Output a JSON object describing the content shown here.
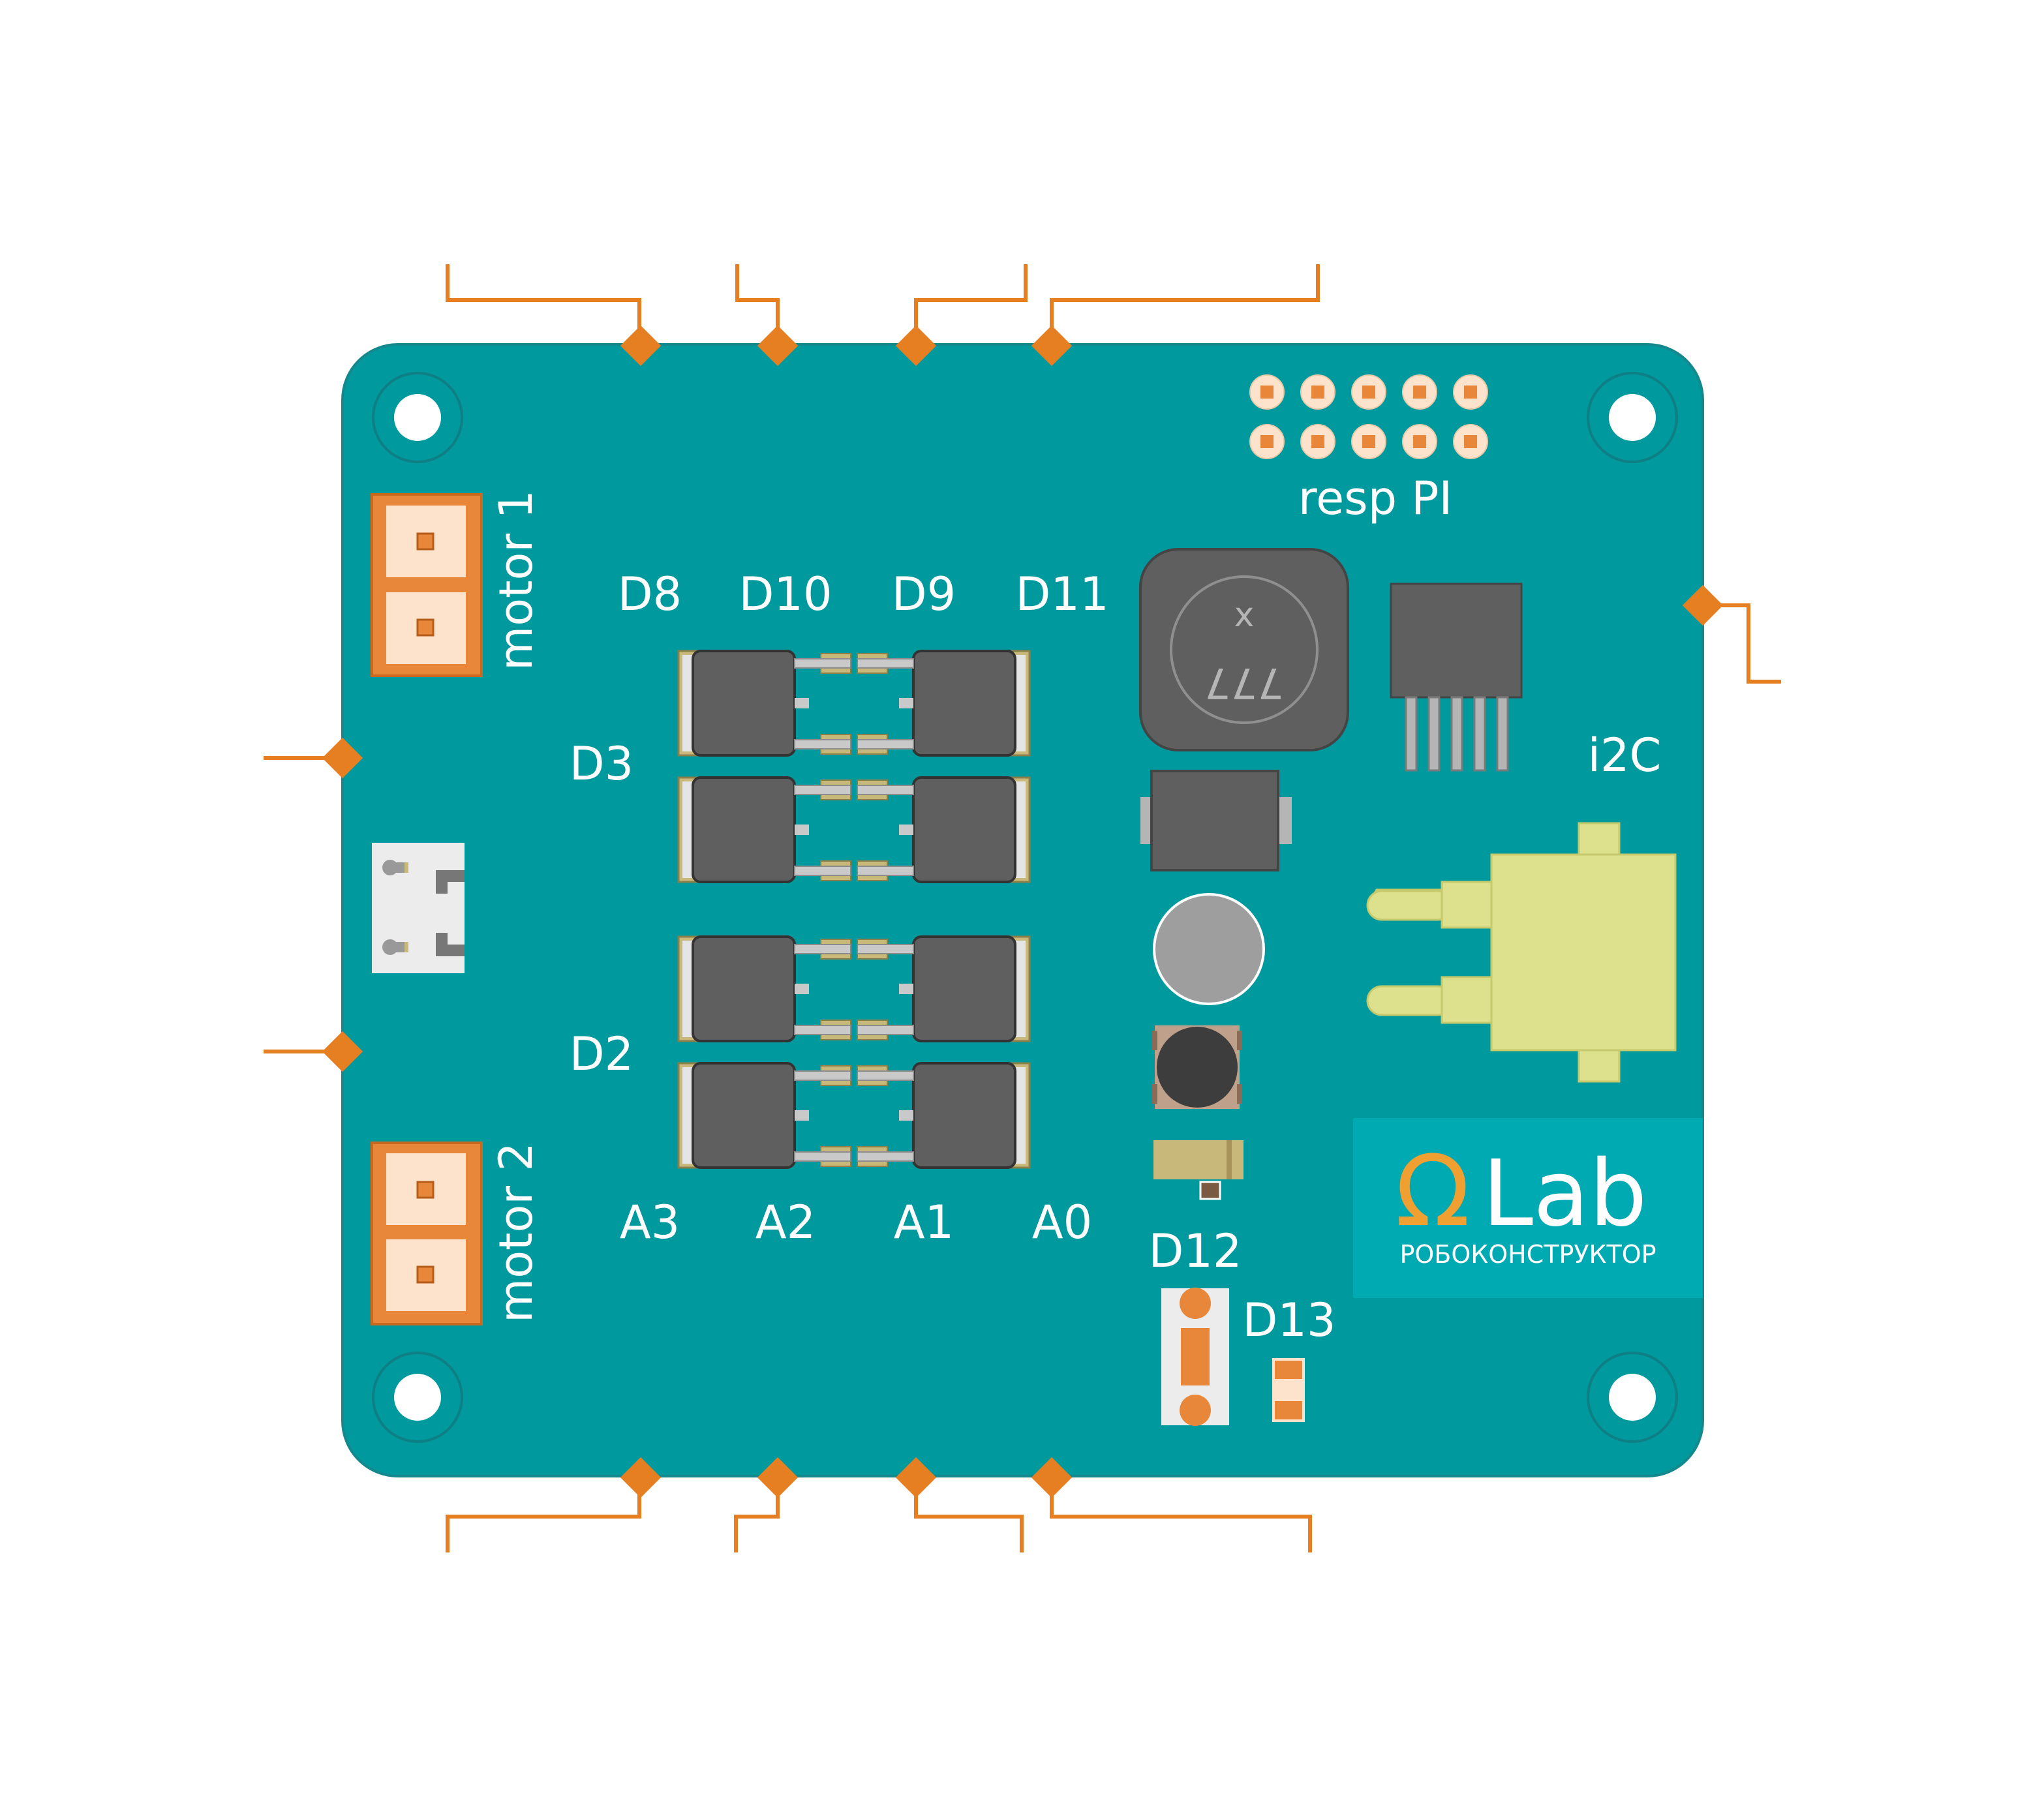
{
  "board": {
    "colors": {
      "pcb": "#00999e",
      "pcb_edge": "#14888c",
      "wire": "#e67e22",
      "pin_pad": "#e8873a",
      "chip": "#5f5f5f",
      "chip_pad": "#c8b97a",
      "i2c_connector": "#dde08d",
      "logo_panel": "#00aab3",
      "logo_omega": "#f0a030"
    },
    "top_labels": [
      "D8",
      "D10",
      "D9",
      "D11"
    ],
    "bottom_labels": [
      "A3",
      "A2",
      "A1",
      "A0"
    ],
    "driver_labels": {
      "upper": "D3",
      "lower": "D2"
    },
    "motor_labels": {
      "motor1": "motor 1",
      "motor2": "motor 2"
    },
    "header_label": "resp PI",
    "i2c_label": "i2C",
    "d12_label": "D12",
    "d13_label": "D13",
    "inductor_marking": {
      "top": "x",
      "bottom": "777"
    },
    "logo": {
      "symbol": "Ω",
      "name": "Lab",
      "tagline": "РОБОКОНСТРУКТОР"
    }
  }
}
